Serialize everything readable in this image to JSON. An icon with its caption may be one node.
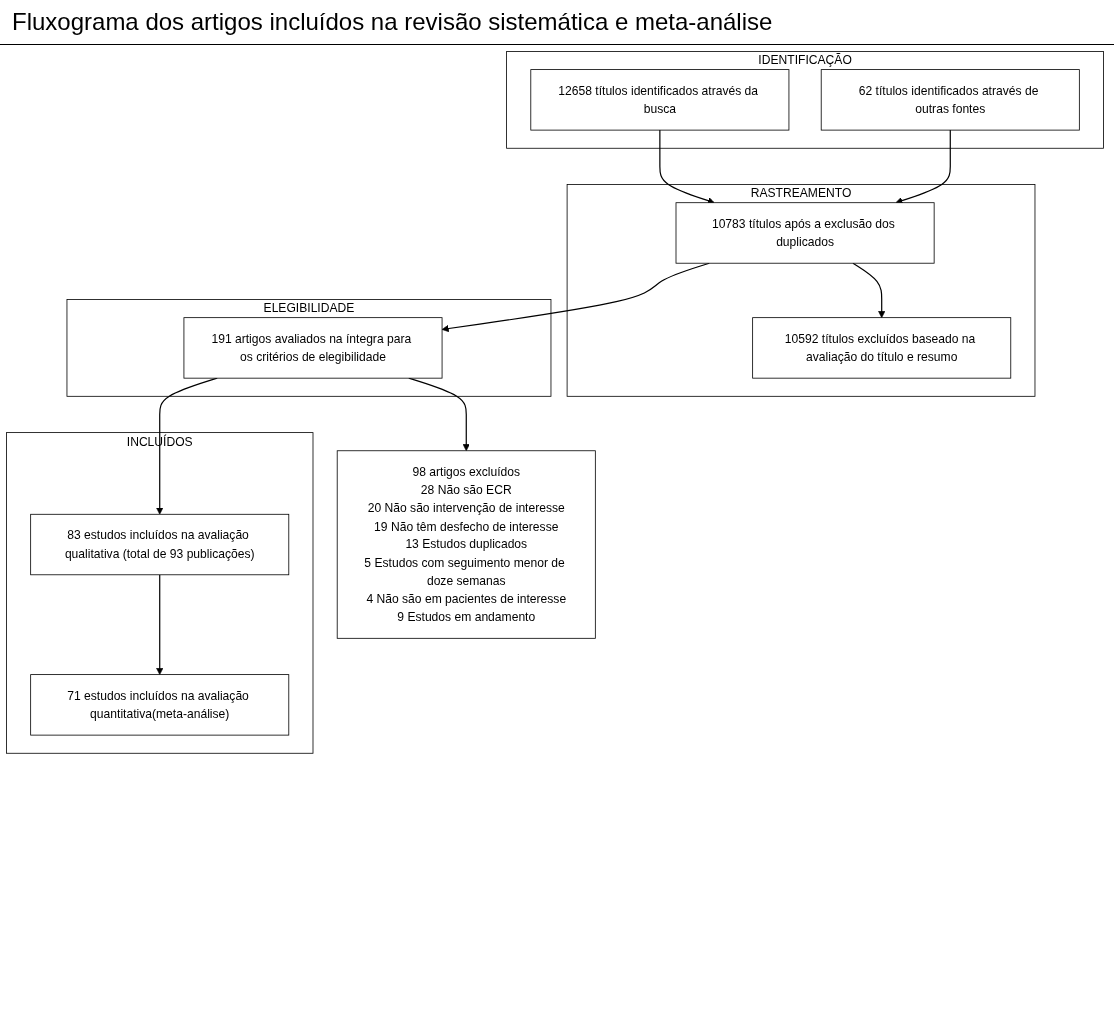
{
  "diagram": {
    "title": "Fluxograma dos artigos incluídos na revisão sistemática e meta-análise",
    "nodes": [
      {
        "text": [
          "IDENTIFICAÇÃO"
        ]
      },
      {
        "text": [
          "12658 títulos identificados através da busca"
        ],
        "in": 0
      },
      {
        "text": [
          "62 títulos identificados através de outras fontes"
        ],
        "in": 0
      },
      {
        "text": [
          "RASTREAMENTO"
        ]
      },
      {
        "text": [
          "10783 títulos após a exclusão dos duplicados"
        ],
        "in": 3
      },
      {
        "text": [
          "10592 títulos excluídos baseado na avaliação do título e resumo"
        ],
        "in": 3
      },
      {
        "text": [
          "ELEGIBILIDADE"
        ]
      },
      {
        "text": [
          "191 artigos avaliados na íntegra para os critérios de elegibilidade"
        ],
        "in": 6
      },
      {
        "text": [
          "98 artigos excluídos",
          "28 Não são ECR",
          "20 Não são intervenção de interesse",
          "19 Não têm desfecho de interesse",
          "13 Estudos duplicados",
          "5 Estudos com seguimento menor de doze semanas",
          "4 Não são em pacientes de interesse",
          "9 Estudos em andamento"
        ]
      },
      {
        "text": [
          "INCLUÍDOS"
        ]
      },
      {
        "text": [
          "83 estudos incluídos na avaliação qualitativa (total de 93 publicações)"
        ],
        "in": 9
      },
      {
        "text": [
          "71 estudos incluídos na avaliação quantitativa(meta-análise)"
        ],
        "in": 9
      }
    ],
    "edges": [
      {
        "from": 1,
        "to": 4,
        "arrow": "to"
      },
      {
        "from": 2,
        "to": 4,
        "arrow": "to"
      },
      {
        "from": 4,
        "to": 5,
        "arrow": "to"
      },
      {
        "from": 4,
        "to": 7,
        "arrow": "to"
      },
      {
        "from": 7,
        "to": 8,
        "arrow": "to"
      },
      {
        "from": 7,
        "to": 10,
        "arrow": "to"
      },
      {
        "from": 10,
        "to": 11,
        "arrow": "to"
      }
    ]
  }
}
